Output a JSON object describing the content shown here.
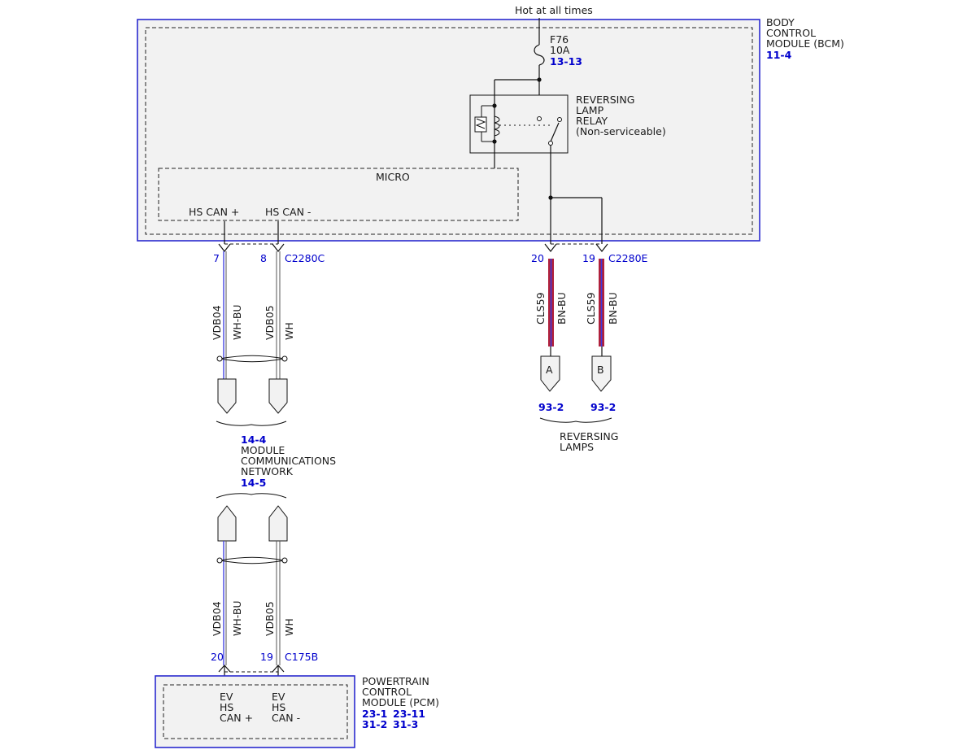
{
  "top_label": "Hot at all times",
  "fuse": {
    "name": "F76",
    "rating": "10A",
    "ref": "13-13"
  },
  "bcm": {
    "line1": "BODY",
    "line2": "CONTROL",
    "line3": "MODULE (BCM)",
    "ref": "11-4",
    "micro_label": "MICRO",
    "hs_can_plus": "HS CAN +",
    "hs_can_minus": "HS CAN -"
  },
  "relay": {
    "line1": "REVERSING",
    "line2": "LAMP",
    "line3": "RELAY",
    "line4": "(Non-serviceable)"
  },
  "connectors": {
    "c2280c": {
      "name": "C2280C",
      "pin_left": "7",
      "pin_right": "8"
    },
    "c2280e": {
      "name": "C2280E",
      "pin_left": "20",
      "pin_right": "19"
    },
    "c175b": {
      "name": "C175B",
      "pin_left": "20",
      "pin_right": "19"
    }
  },
  "wires": {
    "can_left": {
      "circuit": "VDB04",
      "color": "WH-BU"
    },
    "can_right": {
      "circuit": "VDB05",
      "color": "WH"
    },
    "lamp_left": {
      "circuit": "CLS59",
      "color": "BN-BU"
    },
    "lamp_right": {
      "circuit": "CLS59",
      "color": "BN-BU"
    }
  },
  "mcn": {
    "ref_top": "14-4",
    "line1": "MODULE",
    "line2": "COMMUNICATIONS",
    "line3": "NETWORK",
    "ref_bottom": "14-5"
  },
  "lamps": {
    "conn_a": "A",
    "conn_b": "B",
    "ref_a": "93-2",
    "ref_b": "93-2",
    "line1": "REVERSING",
    "line2": "LAMPS"
  },
  "pcm": {
    "line1": "POWERTRAIN",
    "line2": "CONTROL",
    "line3": "MODULE (PCM)",
    "ref1": "23-1",
    "ref2": "23-11",
    "ref3": "31-2",
    "ref4": "31-3",
    "ev1": "EV",
    "hs1": "HS",
    "can_plus": "CAN +",
    "ev2": "EV",
    "hs2": "HS",
    "can_minus": "CAN -"
  },
  "colors": {
    "module_border": "#2a2acf",
    "reference_text": "#0000cc",
    "wire_blue": "#3a3ae0",
    "wire_brown": "#b0213c"
  }
}
